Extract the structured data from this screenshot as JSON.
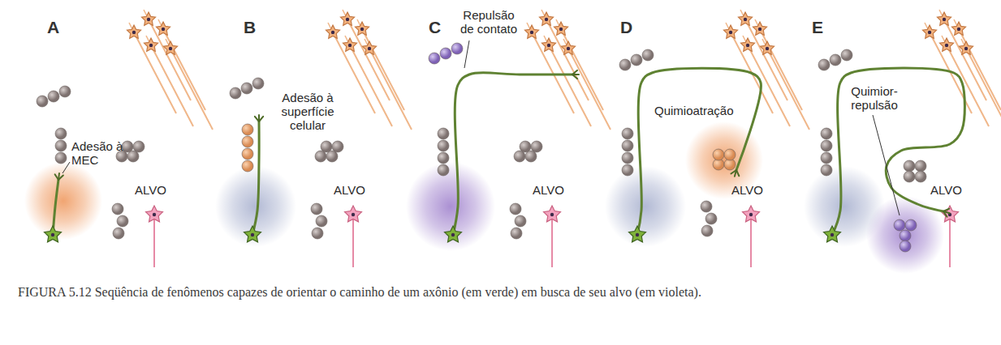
{
  "diagram": {
    "caption": "FIGURA 5.12 Seqüência de fenômenos capazes de orientar o caminho de um axônio (em verde) em busca de seu alvo (em violeta).",
    "labels": [
      "A",
      "Adesão à MEC",
      "ALVO",
      "B",
      "Adesão à superfície celular",
      "ALVO",
      "C",
      "Repulsão de contato",
      "ALVO",
      "D",
      "Quimioatração",
      "ALVO",
      "E",
      "Quimior-repulsão",
      "ALVO"
    ]
  }
}
